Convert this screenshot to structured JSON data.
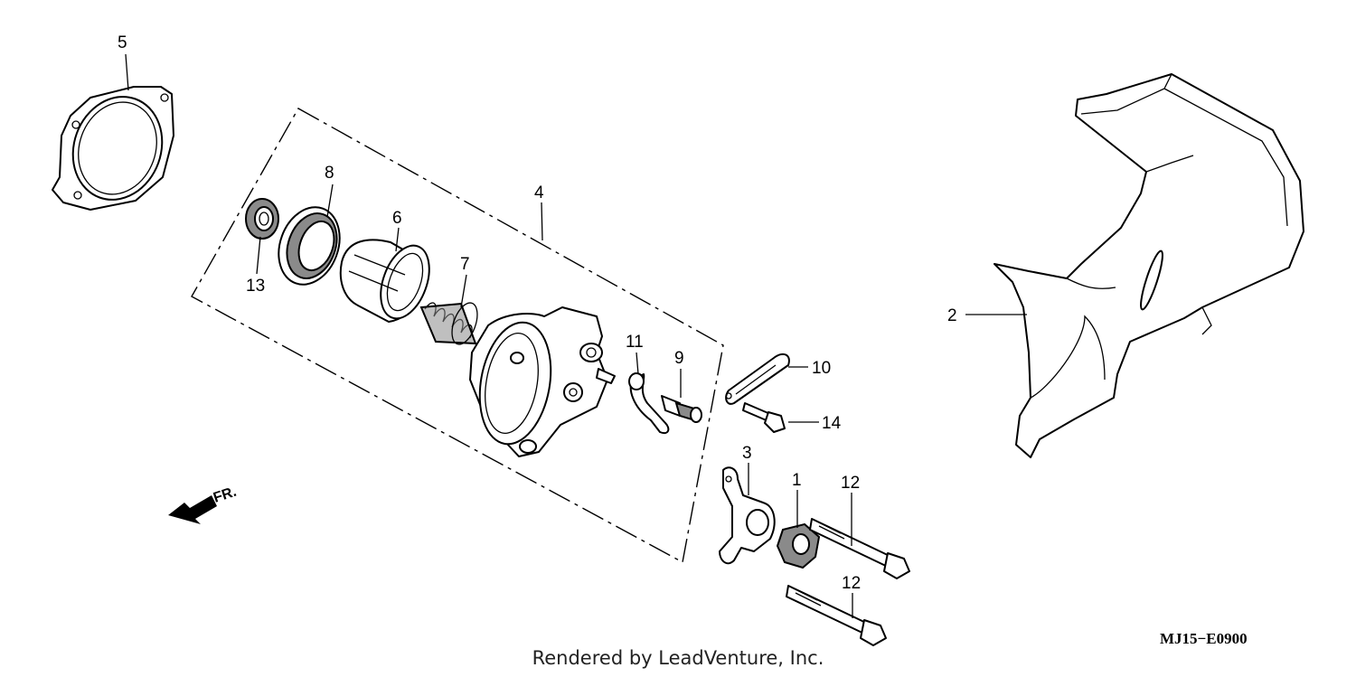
{
  "diagram": {
    "callouts": {
      "p1": "1",
      "p2": "2",
      "p3": "3",
      "p4": "4",
      "p5": "5",
      "p6": "6",
      "p7": "7",
      "p8": "8",
      "p9": "9",
      "p10": "10",
      "p11": "11",
      "p12a": "12",
      "p12b": "12",
      "p13": "13",
      "p14": "14"
    },
    "direction_label": "FR.",
    "diagram_code": "MJ15−E0900"
  },
  "footer": {
    "text": "Rendered by LeadVenture, Inc."
  }
}
